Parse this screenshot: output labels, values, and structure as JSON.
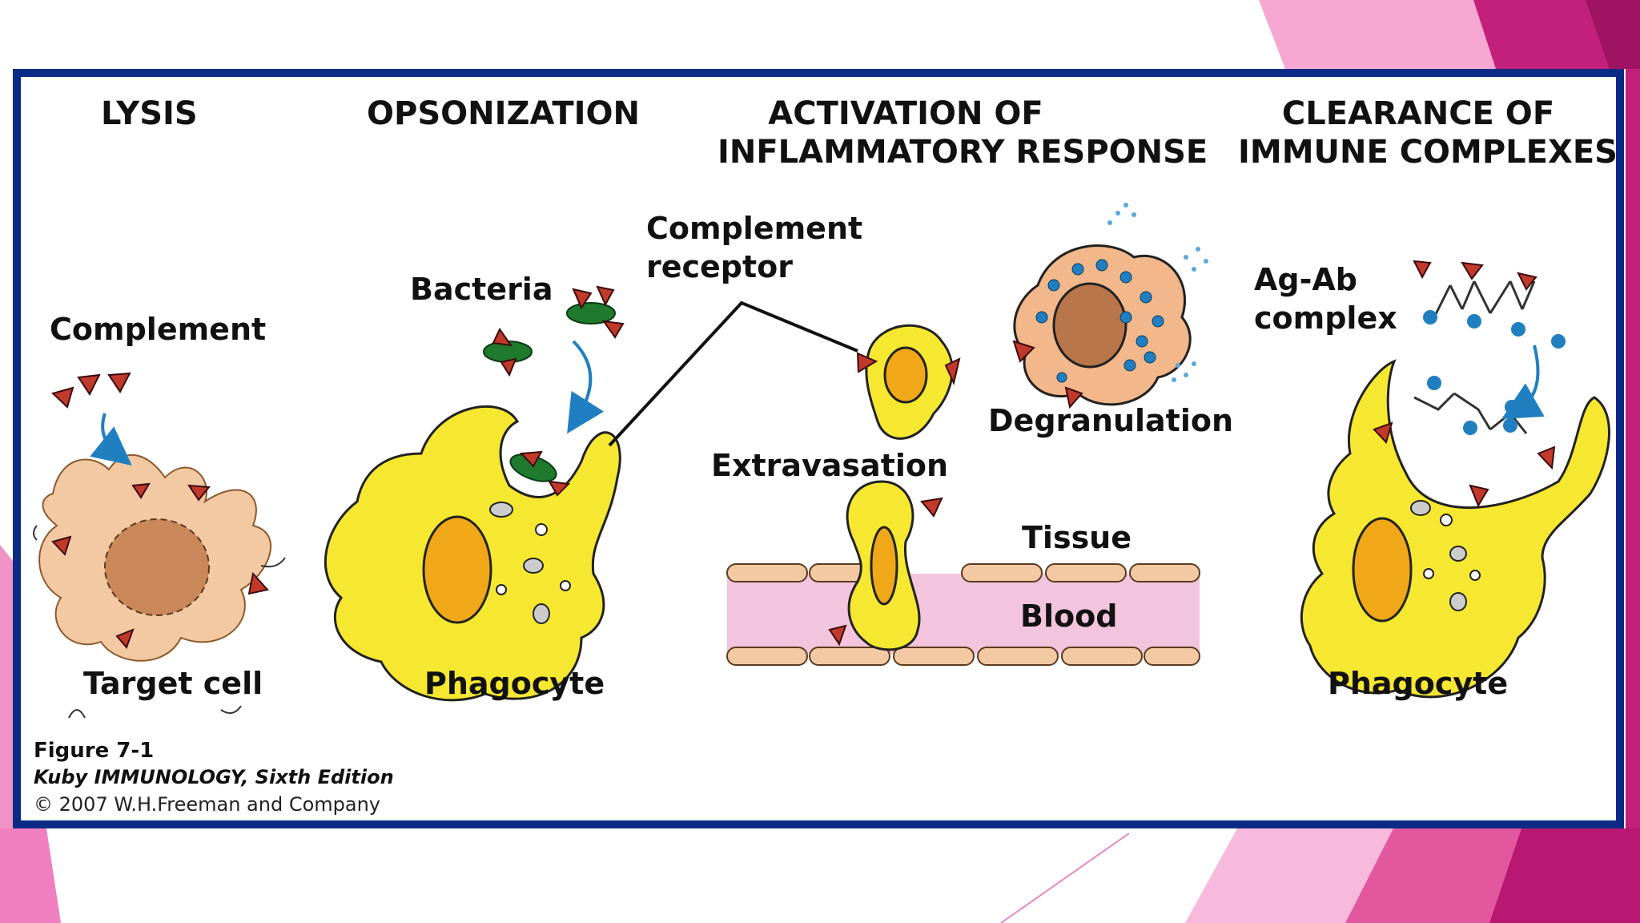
{
  "slide": {
    "accent_colors": {
      "magenta": "#c2207a",
      "pink": "#ef92c6",
      "light_pink": "#f7b9dc",
      "frame": "#0b2a86"
    }
  },
  "figure": {
    "headings": {
      "lysis": "LYSIS",
      "opsonization": "OPSONIZATION",
      "activation_line1": "ACTIVATION OF",
      "activation_line2": "INFLAMMATORY RESPONSE",
      "clearance_line1": "CLEARANCE OF",
      "clearance_line2": "IMMUNE COMPLEXES"
    },
    "labels": {
      "complement": "Complement",
      "target_cell": "Target cell",
      "bacteria": "Bacteria",
      "phagocyte_left": "Phagocyte",
      "complement_receptor_line1": "Complement",
      "complement_receptor_line2": "receptor",
      "degranulation": "Degranulation",
      "extravasation": "Extravasation",
      "tissue": "Tissue",
      "blood": "Blood",
      "ag_ab_line1": "Ag-Ab",
      "ag_ab_line2": "complex",
      "phagocyte_right": "Phagocyte"
    },
    "caption": {
      "figure_number": "Figure 7-1",
      "book": "Kuby IMMUNOLOGY, Sixth Edition",
      "copyright": "© 2007 W.H.Freeman and Company"
    }
  }
}
